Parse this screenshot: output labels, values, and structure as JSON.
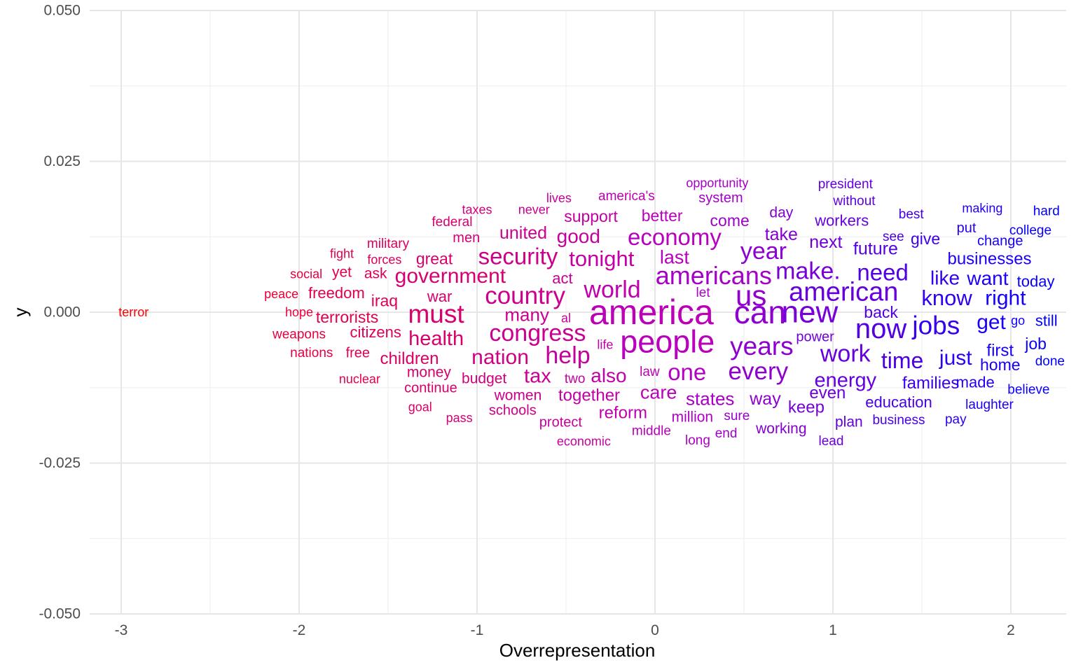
{
  "chart_data": {
    "type": "scatter",
    "title": "",
    "xlabel": "Overrepresentation",
    "ylabel": "y",
    "xlim": [
      -3.2,
      2.3
    ],
    "ylim": [
      -0.05,
      0.05
    ],
    "x_ticks": [
      "-3",
      "-2",
      "-1",
      "0",
      "1",
      "2"
    ],
    "x_tick_values": [
      -3,
      -2,
      -1,
      0,
      1,
      2
    ],
    "y_ticks": [
      "0.050",
      "0.025",
      "0.000",
      "-0.025",
      "-0.050"
    ],
    "y_tick_values": [
      0.05,
      0.025,
      0,
      -0.025,
      -0.05
    ],
    "grid": true,
    "color_scale": {
      "low": "#ff0000",
      "mid": "#b800c0",
      "high": "#0000ff",
      "range": [
        -3,
        2.2
      ]
    },
    "points": [
      {
        "label": "terror",
        "x": -2.93,
        "y": 0.0,
        "size": 18
      },
      {
        "label": "peace",
        "x": -2.1,
        "y": 0.003,
        "size": 18
      },
      {
        "label": "social",
        "x": -1.96,
        "y": 0.0063,
        "size": 18
      },
      {
        "label": "hope",
        "x": -2.0,
        "y": 0.0,
        "size": 18
      },
      {
        "label": "weapons",
        "x": -2.0,
        "y": -0.0037,
        "size": 19
      },
      {
        "label": "nations",
        "x": -1.93,
        "y": -0.0068,
        "size": 19
      },
      {
        "label": "nuclear",
        "x": -1.66,
        "y": -0.0111,
        "size": 18
      },
      {
        "label": "fight",
        "x": -1.76,
        "y": 0.0097,
        "size": 18
      },
      {
        "label": "yet",
        "x": -1.76,
        "y": 0.0066,
        "size": 21
      },
      {
        "label": "freedom",
        "x": -1.79,
        "y": 0.0032,
        "size": 22
      },
      {
        "label": "terrorists",
        "x": -1.73,
        "y": -0.0008,
        "size": 23
      },
      {
        "label": "free",
        "x": -1.67,
        "y": -0.0068,
        "size": 20
      },
      {
        "label": "military",
        "x": -1.5,
        "y": 0.0113,
        "size": 19
      },
      {
        "label": "forces",
        "x": -1.52,
        "y": 0.0087,
        "size": 18
      },
      {
        "label": "ask",
        "x": -1.57,
        "y": 0.0064,
        "size": 21
      },
      {
        "label": "iraq",
        "x": -1.52,
        "y": 0.0019,
        "size": 23
      },
      {
        "label": "citizens",
        "x": -1.57,
        "y": -0.0033,
        "size": 22
      },
      {
        "label": "children",
        "x": -1.38,
        "y": -0.0077,
        "size": 24
      },
      {
        "label": "taxes",
        "x": -1.0,
        "y": 0.017,
        "size": 18
      },
      {
        "label": "federal",
        "x": -1.14,
        "y": 0.0149,
        "size": 19
      },
      {
        "label": "men",
        "x": -1.06,
        "y": 0.0123,
        "size": 20
      },
      {
        "label": "great",
        "x": -1.24,
        "y": 0.0089,
        "size": 23
      },
      {
        "label": "government",
        "x": -1.15,
        "y": 0.006,
        "size": 30
      },
      {
        "label": "war",
        "x": -1.21,
        "y": 0.0026,
        "size": 22
      },
      {
        "label": "must",
        "x": -1.23,
        "y": -0.0003,
        "size": 37
      },
      {
        "label": "health",
        "x": -1.23,
        "y": -0.0044,
        "size": 29
      },
      {
        "label": "money",
        "x": -1.27,
        "y": -0.01,
        "size": 21
      },
      {
        "label": "continue",
        "x": -1.26,
        "y": -0.0126,
        "size": 20
      },
      {
        "label": "goal",
        "x": -1.32,
        "y": -0.0157,
        "size": 18
      },
      {
        "label": "pass",
        "x": -1.1,
        "y": -0.0175,
        "size": 18
      },
      {
        "label": "budget",
        "x": -0.96,
        "y": -0.011,
        "size": 21
      },
      {
        "label": "never",
        "x": -0.68,
        "y": 0.017,
        "size": 18
      },
      {
        "label": "lives",
        "x": -0.54,
        "y": 0.0189,
        "size": 18
      },
      {
        "label": "united",
        "x": -0.74,
        "y": 0.0131,
        "size": 25
      },
      {
        "label": "security",
        "x": -0.77,
        "y": 0.0093,
        "size": 33
      },
      {
        "label": "country",
        "x": -0.73,
        "y": 0.0027,
        "size": 35
      },
      {
        "label": "many",
        "x": -0.72,
        "y": -0.0004,
        "size": 26
      },
      {
        "label": "congress",
        "x": -0.66,
        "y": -0.0035,
        "size": 34
      },
      {
        "label": "nation",
        "x": -0.87,
        "y": -0.0075,
        "size": 30
      },
      {
        "label": "tax",
        "x": -0.66,
        "y": -0.0106,
        "size": 29
      },
      {
        "label": "women",
        "x": -0.77,
        "y": -0.0138,
        "size": 21
      },
      {
        "label": "schools",
        "x": -0.8,
        "y": -0.0163,
        "size": 20
      },
      {
        "label": "act",
        "x": -0.52,
        "y": 0.0056,
        "size": 22
      },
      {
        "label": "al",
        "x": -0.5,
        "y": -0.001,
        "size": 18
      },
      {
        "label": "help",
        "x": -0.49,
        "y": -0.0072,
        "size": 34
      },
      {
        "label": "two",
        "x": -0.45,
        "y": -0.0111,
        "size": 19
      },
      {
        "label": "protect",
        "x": -0.53,
        "y": -0.0183,
        "size": 20
      },
      {
        "label": "economic",
        "x": -0.4,
        "y": -0.0214,
        "size": 18
      },
      {
        "label": "support",
        "x": -0.36,
        "y": 0.0159,
        "size": 23
      },
      {
        "label": "good",
        "x": -0.43,
        "y": 0.0126,
        "size": 28
      },
      {
        "label": "tonight",
        "x": -0.3,
        "y": 0.0089,
        "size": 31
      },
      {
        "label": "world",
        "x": -0.24,
        "y": 0.0037,
        "size": 34
      },
      {
        "label": "also",
        "x": -0.26,
        "y": -0.0105,
        "size": 28
      },
      {
        "label": "life",
        "x": -0.28,
        "y": -0.0054,
        "size": 18
      },
      {
        "label": "together",
        "x": -0.37,
        "y": -0.0138,
        "size": 24
      },
      {
        "label": "reform",
        "x": -0.18,
        "y": -0.0167,
        "size": 24
      },
      {
        "label": "america's",
        "x": -0.16,
        "y": 0.0192,
        "size": 19
      },
      {
        "label": "better",
        "x": 0.04,
        "y": 0.016,
        "size": 23
      },
      {
        "label": "economy",
        "x": 0.11,
        "y": 0.0125,
        "size": 33
      },
      {
        "label": "america",
        "x": -0.02,
        "y": 0.0,
        "size": 50
      },
      {
        "label": "people",
        "x": 0.07,
        "y": -0.0049,
        "size": 45
      },
      {
        "label": "law",
        "x": -0.03,
        "y": -0.0099,
        "size": 19
      },
      {
        "label": "care",
        "x": 0.02,
        "y": -0.0133,
        "size": 27
      },
      {
        "label": "middle",
        "x": -0.02,
        "y": -0.0197,
        "size": 19
      },
      {
        "label": "last",
        "x": 0.11,
        "y": 0.0091,
        "size": 27
      },
      {
        "label": "one",
        "x": 0.18,
        "y": -0.0099,
        "size": 33
      },
      {
        "label": "let",
        "x": 0.27,
        "y": 0.0032,
        "size": 19
      },
      {
        "label": "million",
        "x": 0.21,
        "y": -0.0174,
        "size": 21
      },
      {
        "label": "long",
        "x": 0.24,
        "y": -0.0213,
        "size": 19
      },
      {
        "label": "opportunity",
        "x": 0.35,
        "y": 0.0214,
        "size": 18
      },
      {
        "label": "system",
        "x": 0.37,
        "y": 0.0189,
        "size": 20
      },
      {
        "label": "come",
        "x": 0.42,
        "y": 0.0152,
        "size": 23
      },
      {
        "label": "americans",
        "x": 0.33,
        "y": 0.0061,
        "size": 36
      },
      {
        "label": "states",
        "x": 0.31,
        "y": -0.0143,
        "size": 26
      },
      {
        "label": "sure",
        "x": 0.46,
        "y": -0.0172,
        "size": 19
      },
      {
        "label": "end",
        "x": 0.4,
        "y": -0.0201,
        "size": 19
      },
      {
        "label": "year",
        "x": 0.61,
        "y": 0.0101,
        "size": 34
      },
      {
        "label": "us",
        "x": 0.54,
        "y": 0.0028,
        "size": 42
      },
      {
        "label": "can",
        "x": 0.59,
        "y": 0.0,
        "size": 46
      },
      {
        "label": "years",
        "x": 0.6,
        "y": -0.0056,
        "size": 37
      },
      {
        "label": "every",
        "x": 0.58,
        "y": -0.0098,
        "size": 35
      },
      {
        "label": "way",
        "x": 0.62,
        "y": -0.0144,
        "size": 25
      },
      {
        "label": "working",
        "x": 0.71,
        "y": -0.0193,
        "size": 21
      },
      {
        "label": "day",
        "x": 0.71,
        "y": 0.0165,
        "size": 21
      },
      {
        "label": "take",
        "x": 0.71,
        "y": 0.0129,
        "size": 25
      },
      {
        "label": "make.",
        "x": 0.86,
        "y": 0.0068,
        "size": 34
      },
      {
        "label": "new",
        "x": 0.87,
        "y": 0.0,
        "size": 44
      },
      {
        "label": "american",
        "x": 1.06,
        "y": 0.0033,
        "size": 38
      },
      {
        "label": "work",
        "x": 1.07,
        "y": -0.0069,
        "size": 34
      },
      {
        "label": "energy",
        "x": 1.07,
        "y": -0.0113,
        "size": 29
      },
      {
        "label": "even",
        "x": 0.97,
        "y": -0.0134,
        "size": 24
      },
      {
        "label": "keep",
        "x": 0.85,
        "y": -0.0158,
        "size": 24
      },
      {
        "label": "workers",
        "x": 1.05,
        "y": 0.0152,
        "size": 22
      },
      {
        "label": "next",
        "x": 0.96,
        "y": 0.0116,
        "size": 25
      },
      {
        "label": "president",
        "x": 1.07,
        "y": 0.0212,
        "size": 19
      },
      {
        "label": "without",
        "x": 1.12,
        "y": 0.0184,
        "size": 19
      },
      {
        "label": "plan",
        "x": 1.09,
        "y": -0.0182,
        "size": 21
      },
      {
        "label": "lead",
        "x": 0.99,
        "y": -0.0214,
        "size": 19
      },
      {
        "label": "future",
        "x": 1.24,
        "y": 0.0105,
        "size": 25
      },
      {
        "label": "need",
        "x": 1.28,
        "y": 0.0066,
        "size": 33
      },
      {
        "label": "now",
        "x": 1.27,
        "y": -0.0028,
        "size": 40
      },
      {
        "label": "back",
        "x": 1.27,
        "y": 0.0,
        "size": 23
      },
      {
        "label": "time",
        "x": 1.39,
        "y": -0.008,
        "size": 32
      },
      {
        "label": "power",
        "x": 0.9,
        "y": -0.0041,
        "size": 20
      },
      {
        "label": "education",
        "x": 1.37,
        "y": -0.0149,
        "size": 22
      },
      {
        "label": "business",
        "x": 1.37,
        "y": -0.0179,
        "size": 19
      },
      {
        "label": "best",
        "x": 1.44,
        "y": 0.0162,
        "size": 19
      },
      {
        "label": "see",
        "x": 1.34,
        "y": 0.0125,
        "size": 19
      },
      {
        "label": "give",
        "x": 1.52,
        "y": 0.0122,
        "size": 23
      },
      {
        "label": "like",
        "x": 1.63,
        "y": 0.0057,
        "size": 28
      },
      {
        "label": "know",
        "x": 1.64,
        "y": 0.0024,
        "size": 31
      },
      {
        "label": "jobs",
        "x": 1.58,
        "y": -0.0022,
        "size": 37
      },
      {
        "label": "just",
        "x": 1.69,
        "y": -0.0076,
        "size": 30
      },
      {
        "label": "families",
        "x": 1.55,
        "y": -0.0118,
        "size": 24
      },
      {
        "label": "made",
        "x": 1.8,
        "y": -0.0116,
        "size": 22
      },
      {
        "label": "pay",
        "x": 1.69,
        "y": -0.0178,
        "size": 19
      },
      {
        "label": "making",
        "x": 1.84,
        "y": 0.0172,
        "size": 18
      },
      {
        "label": "put",
        "x": 1.75,
        "y": 0.0139,
        "size": 20
      },
      {
        "label": "change",
        "x": 1.94,
        "y": 0.0118,
        "size": 20
      },
      {
        "label": "businesses",
        "x": 1.88,
        "y": 0.0088,
        "size": 24
      },
      {
        "label": "want",
        "x": 1.87,
        "y": 0.0056,
        "size": 28
      },
      {
        "label": "right",
        "x": 1.97,
        "y": 0.0023,
        "size": 30
      },
      {
        "label": "get",
        "x": 1.89,
        "y": -0.0017,
        "size": 30
      },
      {
        "label": "first",
        "x": 1.94,
        "y": -0.0064,
        "size": 24
      },
      {
        "label": "home",
        "x": 1.94,
        "y": -0.0087,
        "size": 23
      },
      {
        "label": "laughter",
        "x": 1.88,
        "y": -0.0154,
        "size": 19
      },
      {
        "label": "believe",
        "x": 2.1,
        "y": -0.0129,
        "size": 19
      },
      {
        "label": "go",
        "x": 2.04,
        "y": -0.0014,
        "size": 18
      },
      {
        "label": "job",
        "x": 2.14,
        "y": -0.0052,
        "size": 23
      },
      {
        "label": "done",
        "x": 2.22,
        "y": -0.0082,
        "size": 19
      },
      {
        "label": "still",
        "x": 2.2,
        "y": -0.0014,
        "size": 22
      },
      {
        "label": "today",
        "x": 2.14,
        "y": 0.0051,
        "size": 22
      },
      {
        "label": "hard",
        "x": 2.2,
        "y": 0.0167,
        "size": 19
      },
      {
        "label": "college",
        "x": 2.11,
        "y": 0.0135,
        "size": 19
      }
    ]
  }
}
